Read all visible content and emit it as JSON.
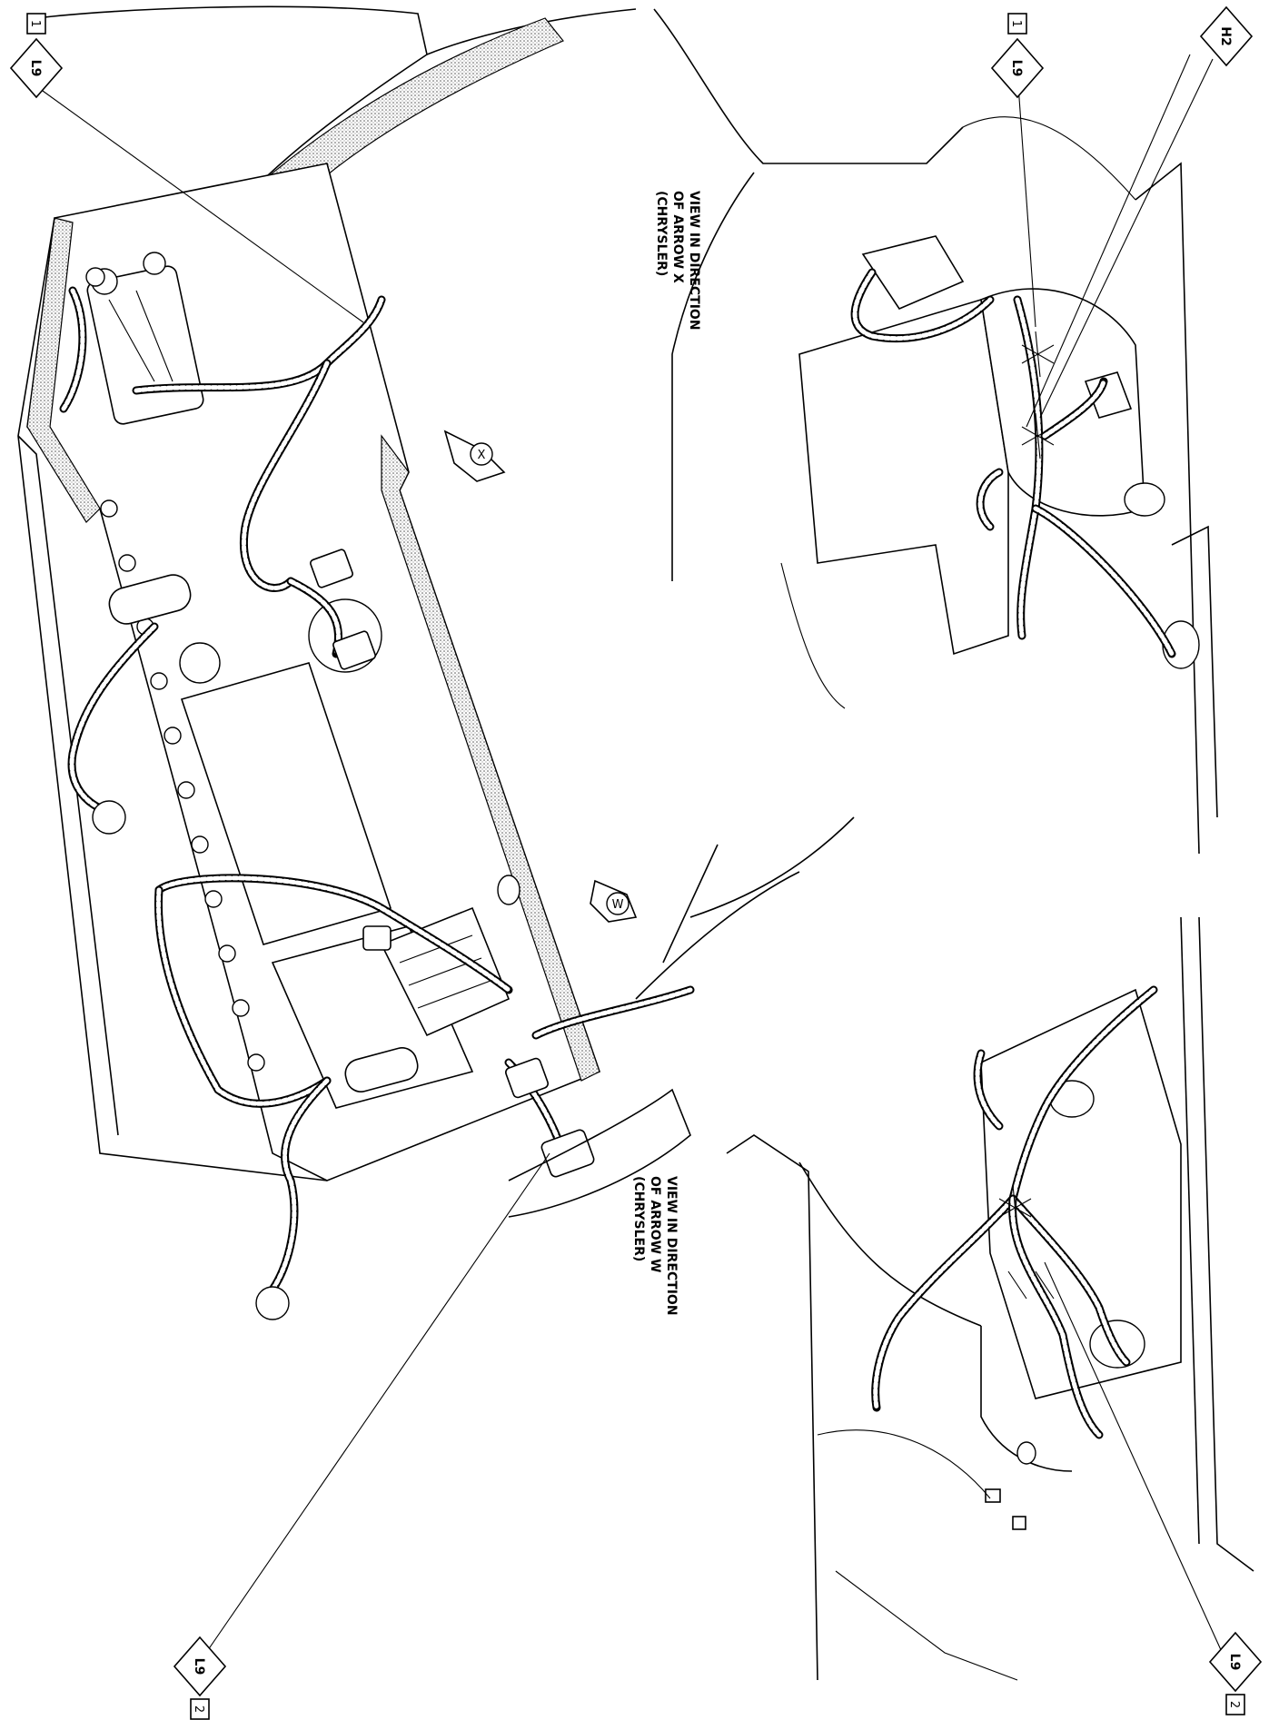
{
  "callouts": {
    "main_top": {
      "code": "L9",
      "sheet": "1"
    },
    "main_bottom": {
      "code": "L9",
      "sheet": "2"
    },
    "view_x_l9": {
      "code": "L9",
      "sheet": "1"
    },
    "view_x_h2": {
      "code": "H2"
    },
    "view_w_l9": {
      "code": "L9",
      "sheet": "2"
    }
  },
  "arrows": {
    "x": "X",
    "w": "W"
  },
  "view_x_caption": [
    "VIEW IN DIRECTION",
    "OF ARROW X",
    "(CHRYSLER)"
  ],
  "view_w_caption": [
    "VIEW IN DIRECTION",
    "OF ARROW W",
    "(CHRYSLER)"
  ]
}
